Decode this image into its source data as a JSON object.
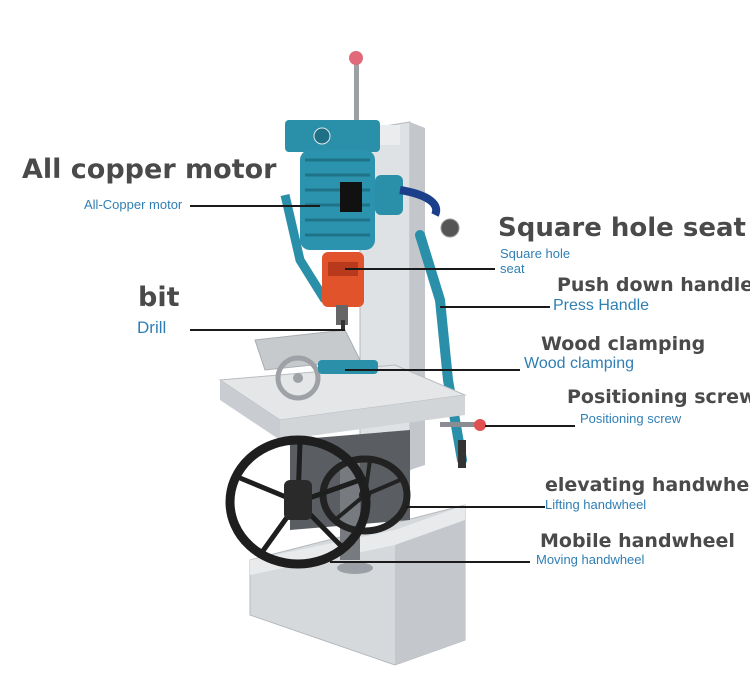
{
  "labels": {
    "motor": {
      "title": "All copper motor",
      "subtitle": "All-Copper motor"
    },
    "square_hole_seat": {
      "title": "Square hole seat",
      "subtitle_line1": "Square hole",
      "subtitle_line2": "seat"
    },
    "push_down_handle": {
      "title": "Push down handle",
      "subtitle": "Press Handle"
    },
    "bit": {
      "title": "bit",
      "subtitle": "Drill"
    },
    "wood_clamping": {
      "title": "Wood clamping",
      "subtitle": "Wood clamping"
    },
    "positioning_screw": {
      "title": "Positioning screw",
      "subtitle": "Positioning screw"
    },
    "elevating_handwheel": {
      "title": "elevating handwheel",
      "subtitle": "Lifting handwheel"
    },
    "mobile_handwheel": {
      "title": "Mobile handwheel",
      "subtitle": "Moving handwheel"
    }
  },
  "colors": {
    "heading": "#4a4a4a",
    "subheading": "#2f7fb5",
    "motor_teal": "#2a8fa8",
    "chuck_red": "#e0532b",
    "frame_grey": "#d9dcdf",
    "handwheel": "#222222"
  }
}
